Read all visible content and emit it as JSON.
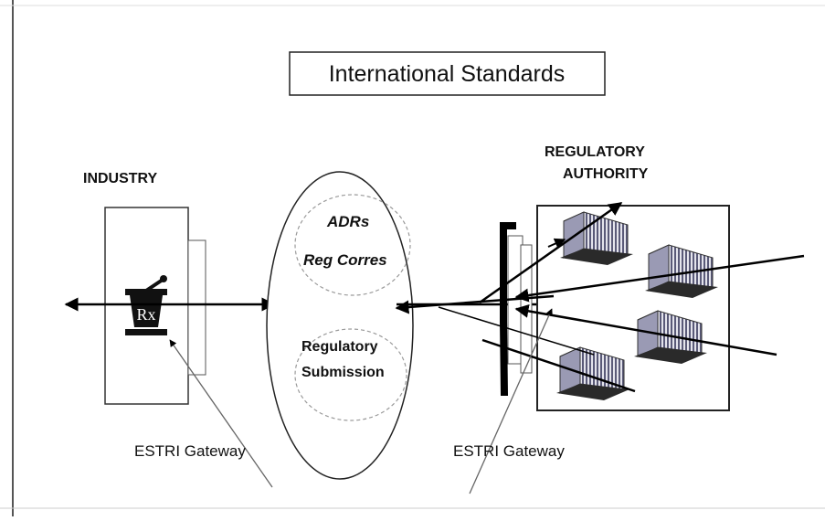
{
  "title": "International Standards",
  "labels": {
    "industry": "INDUSTRY",
    "regulatory_line1": "REGULATORY",
    "regulatory_line2": "AUTHORITY",
    "adrs": "ADRs",
    "reg_corres": "Reg Corres",
    "reg_sub_line1": "Regulatory",
    "reg_sub_line2": "Submission",
    "gateway_left": "ESTRI Gateway",
    "gateway_right": "ESTRI Gateway",
    "rx_symbol": "Rx"
  },
  "icons": [
    "mortar-pestle-rx-icon",
    "office-building-icon"
  ]
}
